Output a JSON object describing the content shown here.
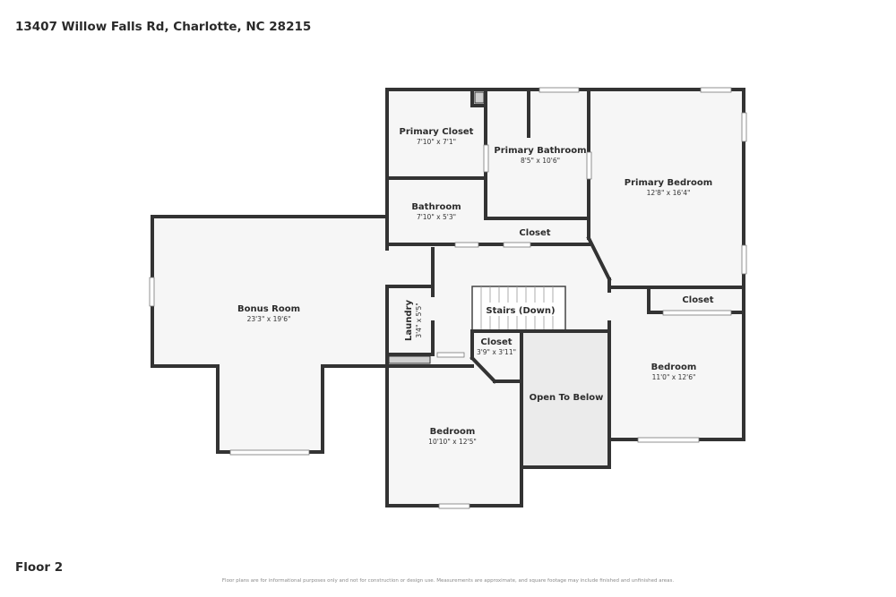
{
  "header": {
    "address": "13407 Willow Falls Rd, Charlotte, NC 28215"
  },
  "footer": {
    "floor_label": "Floor 2",
    "disclaimer": "Floor plans are for informational purposes only and not for construction or design use. Measurements are approximate, and square footage may include finished and unfinished areas."
  },
  "rooms": {
    "primary_closet": {
      "name": "Primary Closet",
      "dims": "7'10\" x 7'1\""
    },
    "primary_bathroom": {
      "name": "Primary Bathroom",
      "dims": "8'5\" x 10'6\""
    },
    "primary_bedroom": {
      "name": "Primary Bedroom",
      "dims": "12'8\" x 16'4\""
    },
    "bathroom": {
      "name": "Bathroom",
      "dims": "7'10\" x 5'3\""
    },
    "hall_closet": {
      "name": "Closet"
    },
    "bonus_room": {
      "name": "Bonus Room",
      "dims": "23'3\" x 19'6\""
    },
    "laundry": {
      "name": "Laundry",
      "dims": "3'4\" x 5'5\""
    },
    "stairs": {
      "name": "Stairs (Down)"
    },
    "closet_small": {
      "name": "Closet",
      "dims": "3'9\" x 3'11\""
    },
    "open_to_below": {
      "name": "Open To Below"
    },
    "bedroom_right_closet": {
      "name": "Closet"
    },
    "bedroom_right": {
      "name": "Bedroom",
      "dims": "11'0\" x 12'6\""
    },
    "bedroom_bottom": {
      "name": "Bedroom",
      "dims": "10'10\" x 12'5\""
    }
  },
  "colors": {
    "wall": "#333333",
    "floor": "#f6f6f6",
    "open_area": "#ebebeb",
    "window": "#ffffff"
  }
}
